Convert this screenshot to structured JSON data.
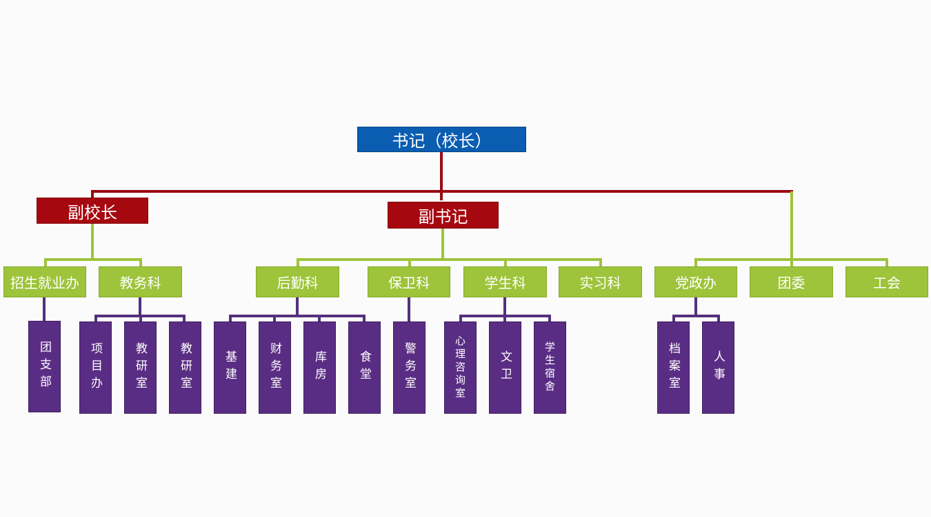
{
  "org_chart": {
    "root": {
      "label": "书记（校长）"
    },
    "vice_principal": {
      "label": "副校长"
    },
    "deputy_secretary": {
      "label": "副书记"
    },
    "departments": {
      "admissions_office": {
        "label": "招生就业办"
      },
      "academic_affairs": {
        "label": "教务科"
      },
      "logistics": {
        "label": "后勤科"
      },
      "security": {
        "label": "保卫科"
      },
      "student_affairs": {
        "label": "学生科"
      },
      "internship": {
        "label": "实习科"
      },
      "party_office": {
        "label": "党政办"
      },
      "youth_league": {
        "label": "团委"
      },
      "labor_union": {
        "label": "工会"
      }
    },
    "units": {
      "league_branch": {
        "label": "团支部"
      },
      "project_office": {
        "label": "项目办"
      },
      "teaching_research_1": {
        "label": "教研室"
      },
      "teaching_research_2": {
        "label": "教研室"
      },
      "infrastructure": {
        "label": "基建"
      },
      "finance_office": {
        "label": "财务室"
      },
      "warehouse": {
        "label": "库房"
      },
      "canteen": {
        "label": "食堂"
      },
      "police_office": {
        "label": "警务室"
      },
      "counseling_room": {
        "label": "心理咨询室"
      },
      "culture_health": {
        "label": "文卫"
      },
      "dormitory": {
        "label": "学生宿舍"
      },
      "archives": {
        "label": "档案室"
      },
      "personnel": {
        "label": "人事"
      }
    }
  },
  "colors": {
    "background": "#fbfbfb",
    "root_box": "#0a5db1",
    "leader_box": "#a6080f",
    "department_box": "#9dc43a",
    "unit_box": "#5a2d84",
    "top_connector": "#9b0a10",
    "department_connector": "#9dc43a",
    "unit_connector": "#55307e"
  }
}
